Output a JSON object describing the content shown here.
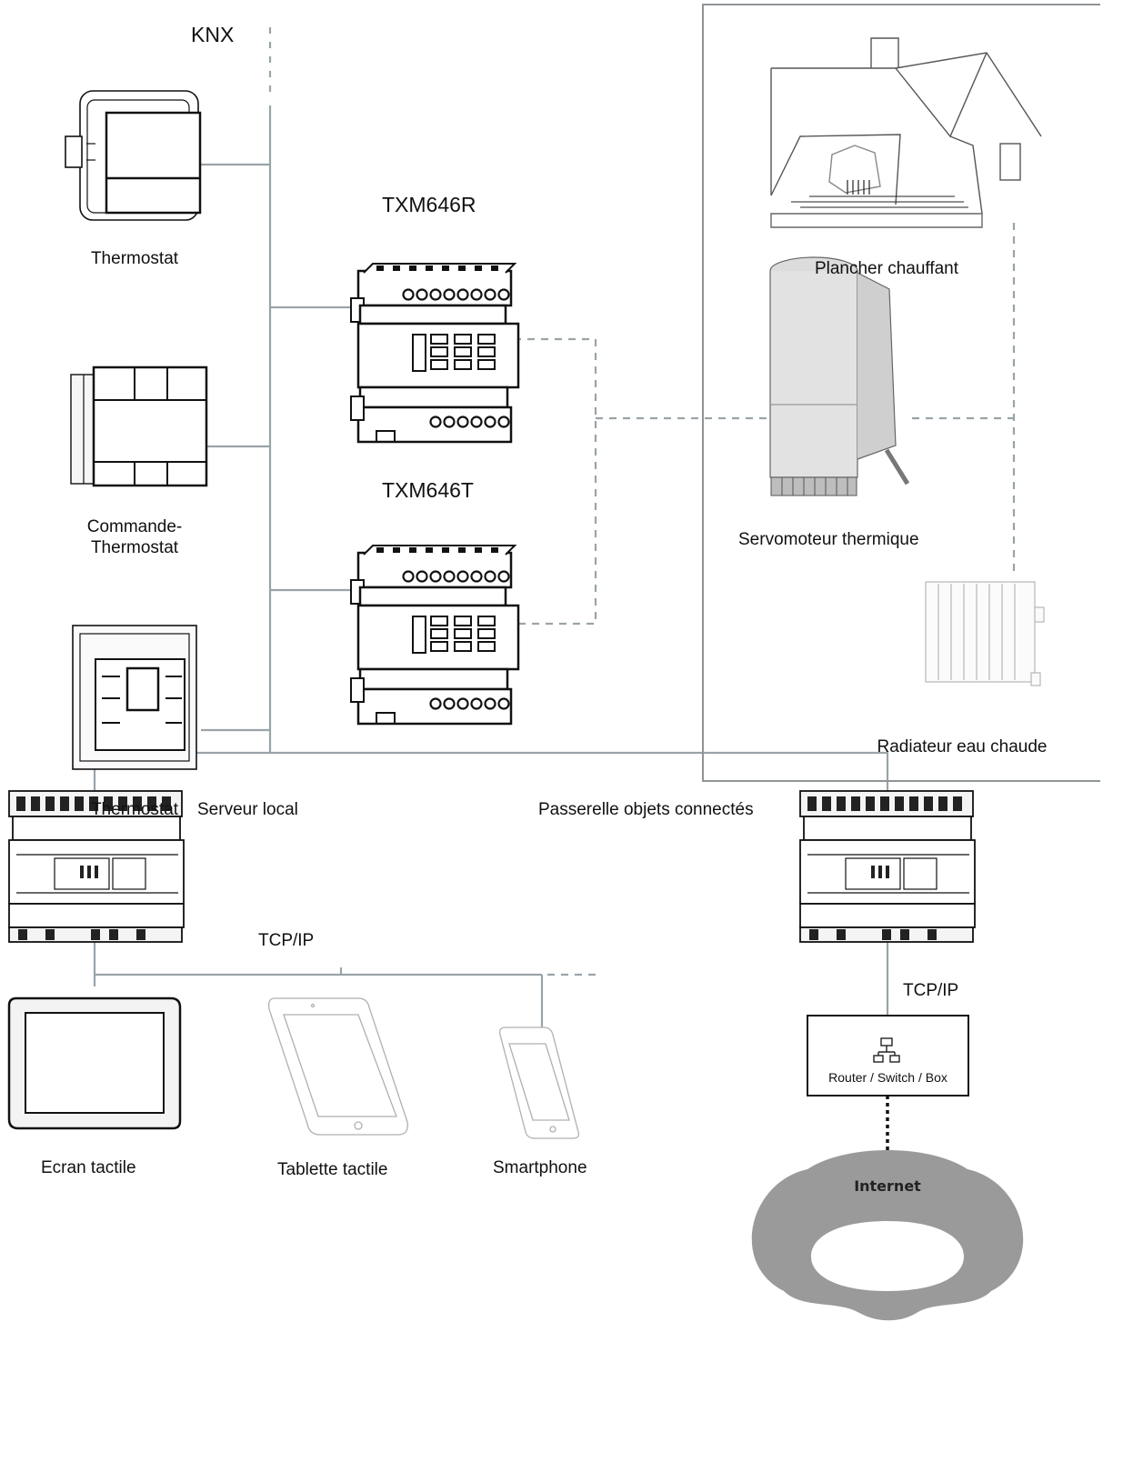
{
  "bus": {
    "label": "KNX"
  },
  "left_devices": [
    {
      "label": "Thermostat",
      "icon": "thermostat-keypad-icon"
    },
    {
      "label": "Commande-\nThermostat",
      "icon": "push-button-thermostat-icon"
    },
    {
      "label": "Thermostat",
      "icon": "thermostat-display-icon"
    }
  ],
  "actuators": [
    {
      "label": "TXM646R",
      "icon": "din-rail-actuator-icon"
    },
    {
      "label": "TXM646T",
      "icon": "din-rail-actuator-icon"
    }
  ],
  "heating_panel": {
    "items": [
      {
        "label": "Plancher chauffant",
        "icon": "house-floor-heating-icon"
      },
      {
        "label": "Servomoteur thermique",
        "icon": "thermal-actuator-icon"
      },
      {
        "label": "Radiateur eau chaude",
        "icon": "radiator-icon"
      }
    ]
  },
  "server": {
    "label": "Serveur local",
    "icon": "server-module-icon"
  },
  "gateway": {
    "label": "Passerelle objets connectés",
    "icon": "gateway-module-icon"
  },
  "local_network": {
    "label": "TCP/IP"
  },
  "gateway_network": {
    "label": "TCP/IP"
  },
  "router": {
    "label": "Router / Switch / Box",
    "icon": "network-icon"
  },
  "internet": {
    "label": "Internet",
    "icon": "cloud-icon"
  },
  "clients": [
    {
      "label": "Ecran tactile",
      "icon": "touch-screen-icon"
    },
    {
      "label": "Tablette tactile",
      "icon": "tablet-icon"
    },
    {
      "label": "Smartphone",
      "icon": "smartphone-icon"
    }
  ],
  "colors": {
    "line": "#9aa3a8",
    "panel_border": "#8f9498",
    "cloud": "#9a9a9a",
    "device_stroke": "#111111"
  }
}
